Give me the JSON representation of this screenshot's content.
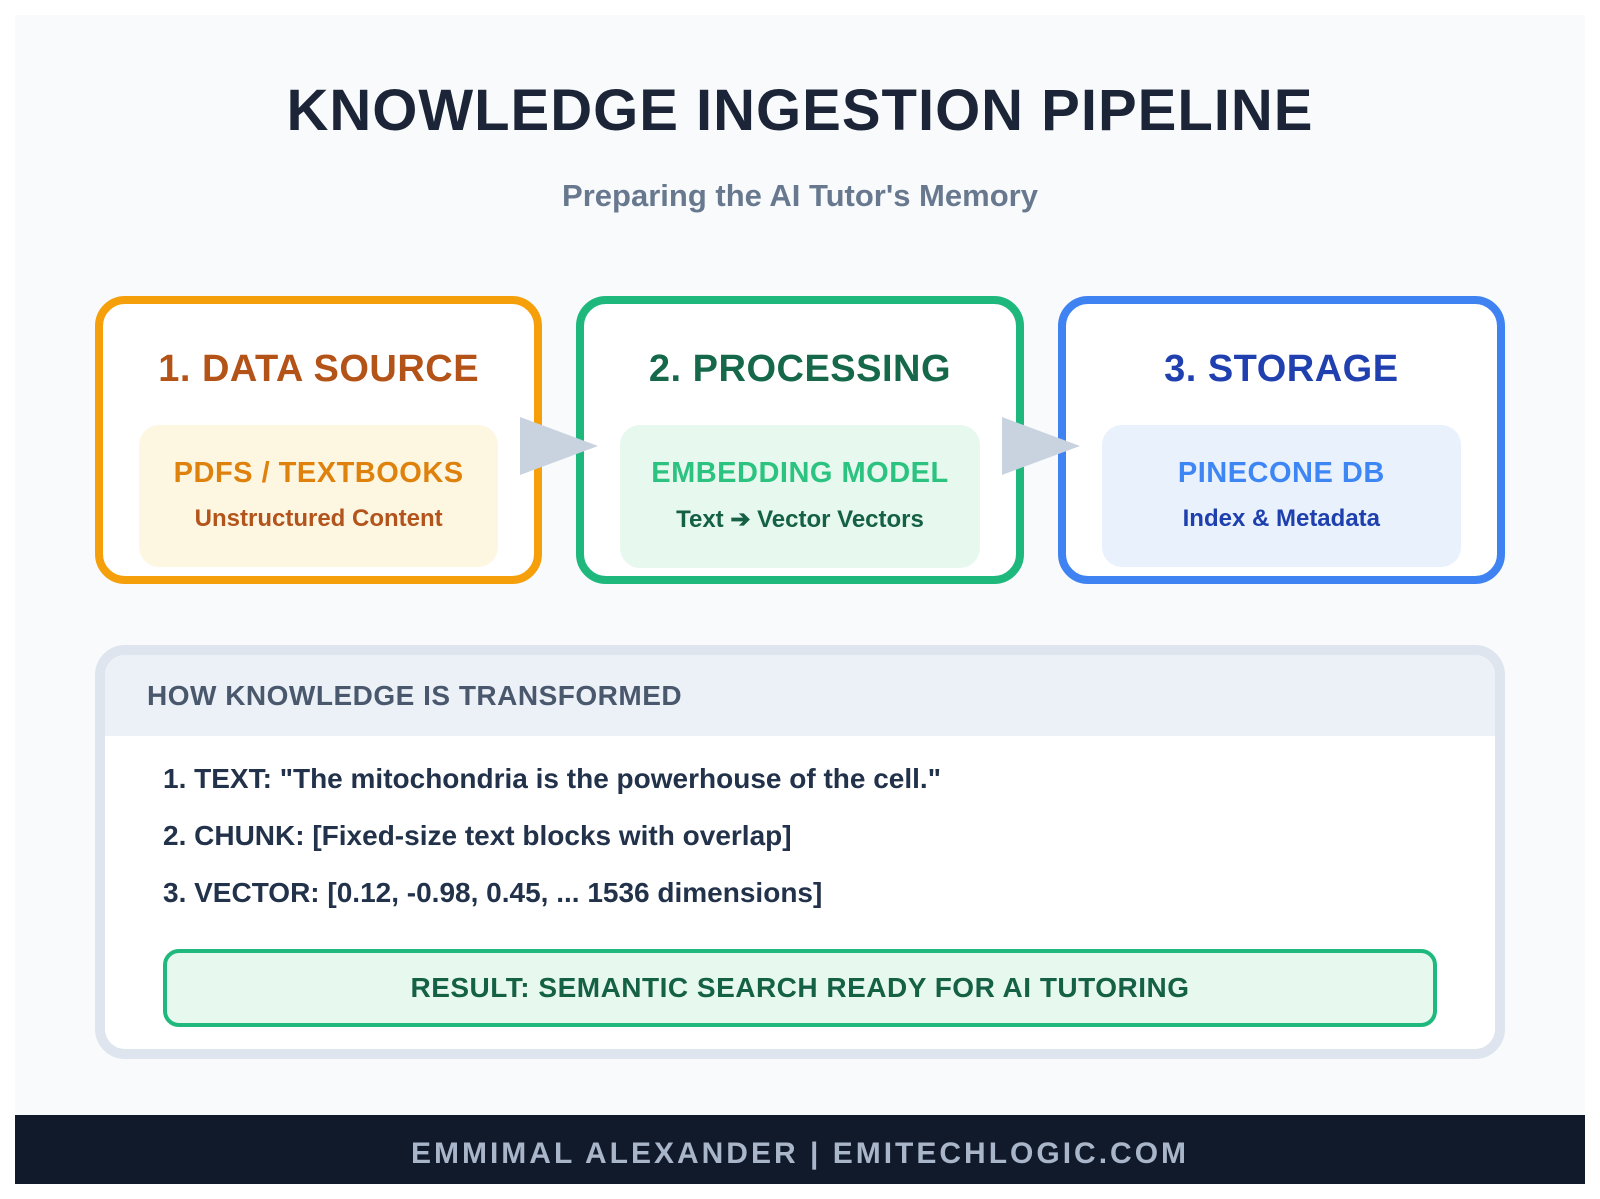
{
  "page": {
    "title": "KNOWLEDGE INGESTION PIPELINE",
    "subtitle": "Preparing the AI Tutor's Memory"
  },
  "pipeline": {
    "steps": [
      {
        "title": "1. DATA SOURCE",
        "main_label": "PDFS / TEXTBOOKS",
        "sub_label": "Unstructured Content",
        "accent_color": "#f5a00b",
        "title_color": "#b35318",
        "pill_bg": "#fdf7e2"
      },
      {
        "title": "2. PROCESSING",
        "main_label": "EMBEDDING MODEL",
        "sub_label": "Text ➔ Vector Vectors",
        "accent_color": "#1eb87c",
        "title_color": "#15694a",
        "pill_bg": "#e7f8ef"
      },
      {
        "title": "3. STORAGE",
        "main_label": "PINECONE DB",
        "sub_label": "Index & Metadata",
        "accent_color": "#3f83f2",
        "title_color": "#2140b0",
        "pill_bg": "#e9f1fc"
      }
    ],
    "arrow_color": "#c9d2df"
  },
  "transformation": {
    "heading": "HOW KNOWLEDGE IS TRANSFORMED",
    "items": [
      "1. TEXT: \"The mitochondria is the powerhouse of the cell.\"",
      "2. CHUNK: [Fixed-size text blocks with overlap]",
      "3. VECTOR: [0.12, -0.98, 0.45, ... 1536 dimensions]"
    ],
    "result": "RESULT: SEMANTIC SEARCH READY FOR AI TUTORING",
    "result_color": "#156146"
  },
  "footer": {
    "credit": "EMMIMAL ALEXANDER | EMITECHLOGIC.COM",
    "bg_color": "#111a2b"
  }
}
